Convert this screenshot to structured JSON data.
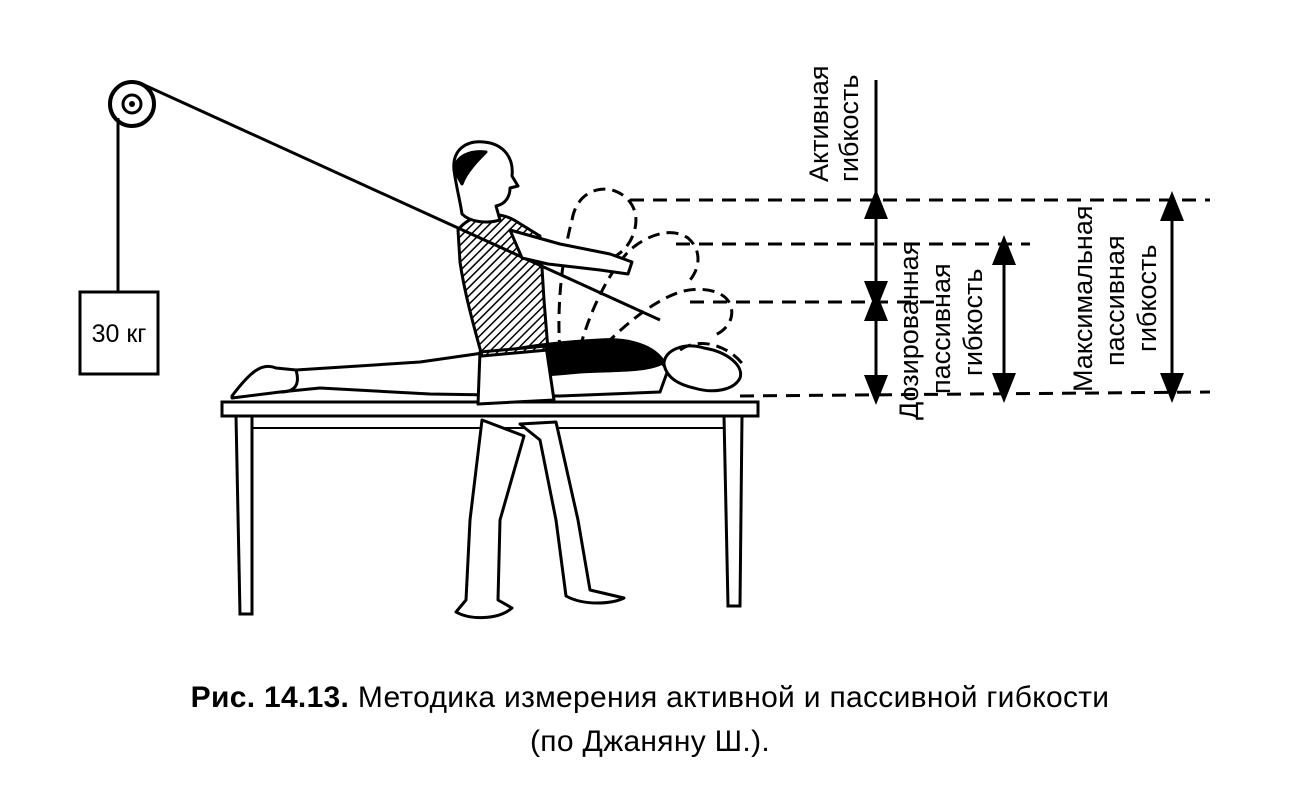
{
  "weight_label": "30 кг",
  "labels": {
    "active": [
      "Активная",
      "гибкость"
    ],
    "dosed_passive": [
      "Дозированная",
      "пассивная",
      "гибкость"
    ],
    "max_passive": [
      "Максимальная",
      "пассивная",
      "гибкость"
    ]
  },
  "caption": {
    "figure_number": "Рис. 14.13.",
    "text_line1": "Методика измерения активной и пассивной гибкости",
    "text_line2": "(по Джаняну Ш.)."
  }
}
